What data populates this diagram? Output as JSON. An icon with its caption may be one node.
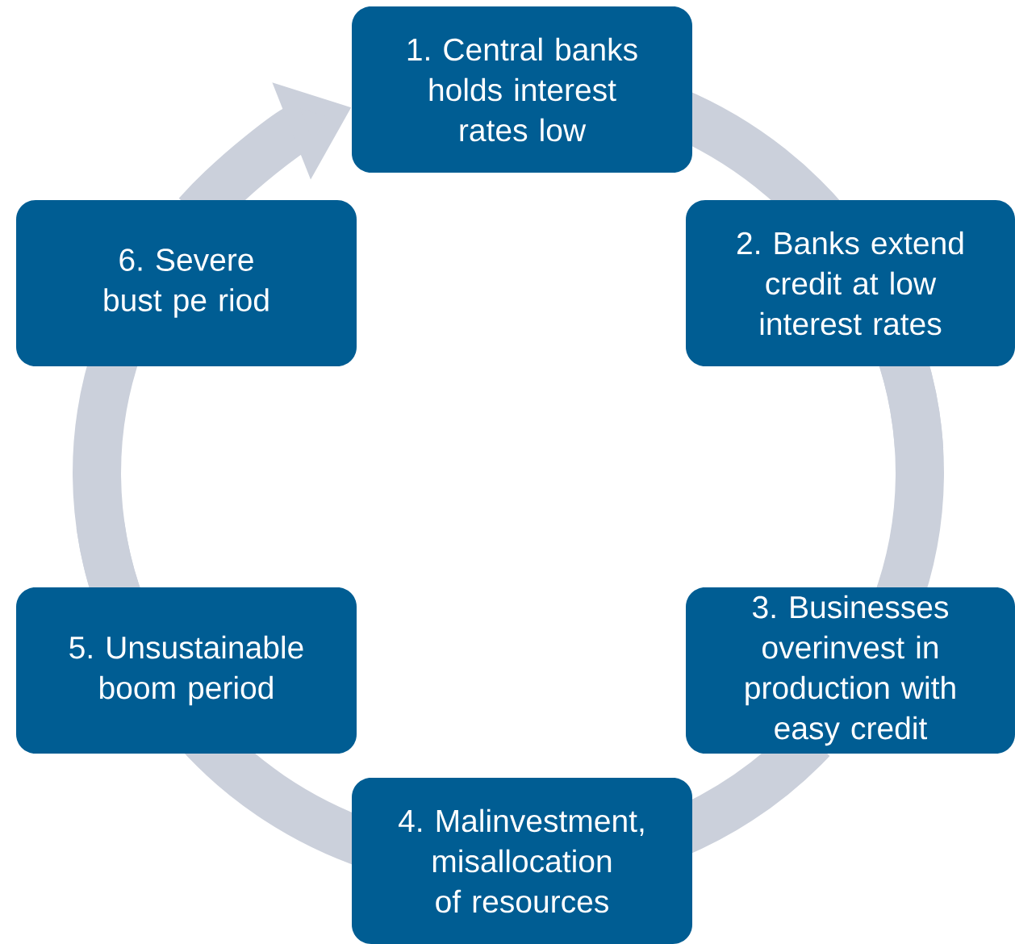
{
  "diagram": {
    "nodes": [
      {
        "text": [
          "1. Central banks holds interest rates low"
        ]
      },
      {
        "text": [
          "2. Banks extend credit at low interest rates"
        ]
      },
      {
        "text": [
          "3. Businesses overinvest in production with easy credit"
        ]
      },
      {
        "text": [
          "4. Malinvestment, misallocation of resources"
        ]
      },
      {
        "text": [
          "5. Unsustainable boom period"
        ]
      },
      {
        "text": [
          "6. Severe bust pe riod"
        ]
      }
    ],
    "edges": [
      {
        "from": 0,
        "to": 1,
        "arrow": "none"
      },
      {
        "from": 1,
        "to": 2,
        "arrow": "none"
      },
      {
        "from": 2,
        "to": 3,
        "arrow": "none"
      },
      {
        "from": 3,
        "to": 4,
        "arrow": "none"
      },
      {
        "from": 4,
        "to": 5,
        "arrow": "none"
      },
      {
        "from": 5,
        "to": 0,
        "arrow": "to"
      }
    ]
  }
}
